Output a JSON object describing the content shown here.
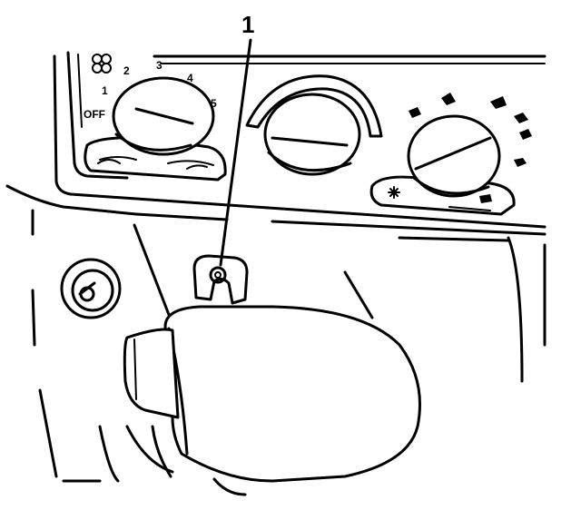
{
  "callout": {
    "number": "1"
  },
  "fan_scale": {
    "off": "OFF",
    "s1": "1",
    "s2": "2",
    "s3": "3",
    "s4": "4",
    "s5": "5"
  },
  "icons": {
    "fan": "fan-icon",
    "recirc": "recirculation-icon",
    "fresh_air": "fresh-air-icon",
    "ac": "ac-snowflake-icon",
    "vent": "vent-mode-icon",
    "bilevel": "bilevel-mode-icon",
    "floor": "floor-mode-icon",
    "defog": "defog-mode-icon",
    "defrost": "defrost-icon",
    "rear_defrost": "rear-defrost-icon"
  },
  "colors": {
    "ink": "#000000",
    "paper": "#ffffff"
  }
}
